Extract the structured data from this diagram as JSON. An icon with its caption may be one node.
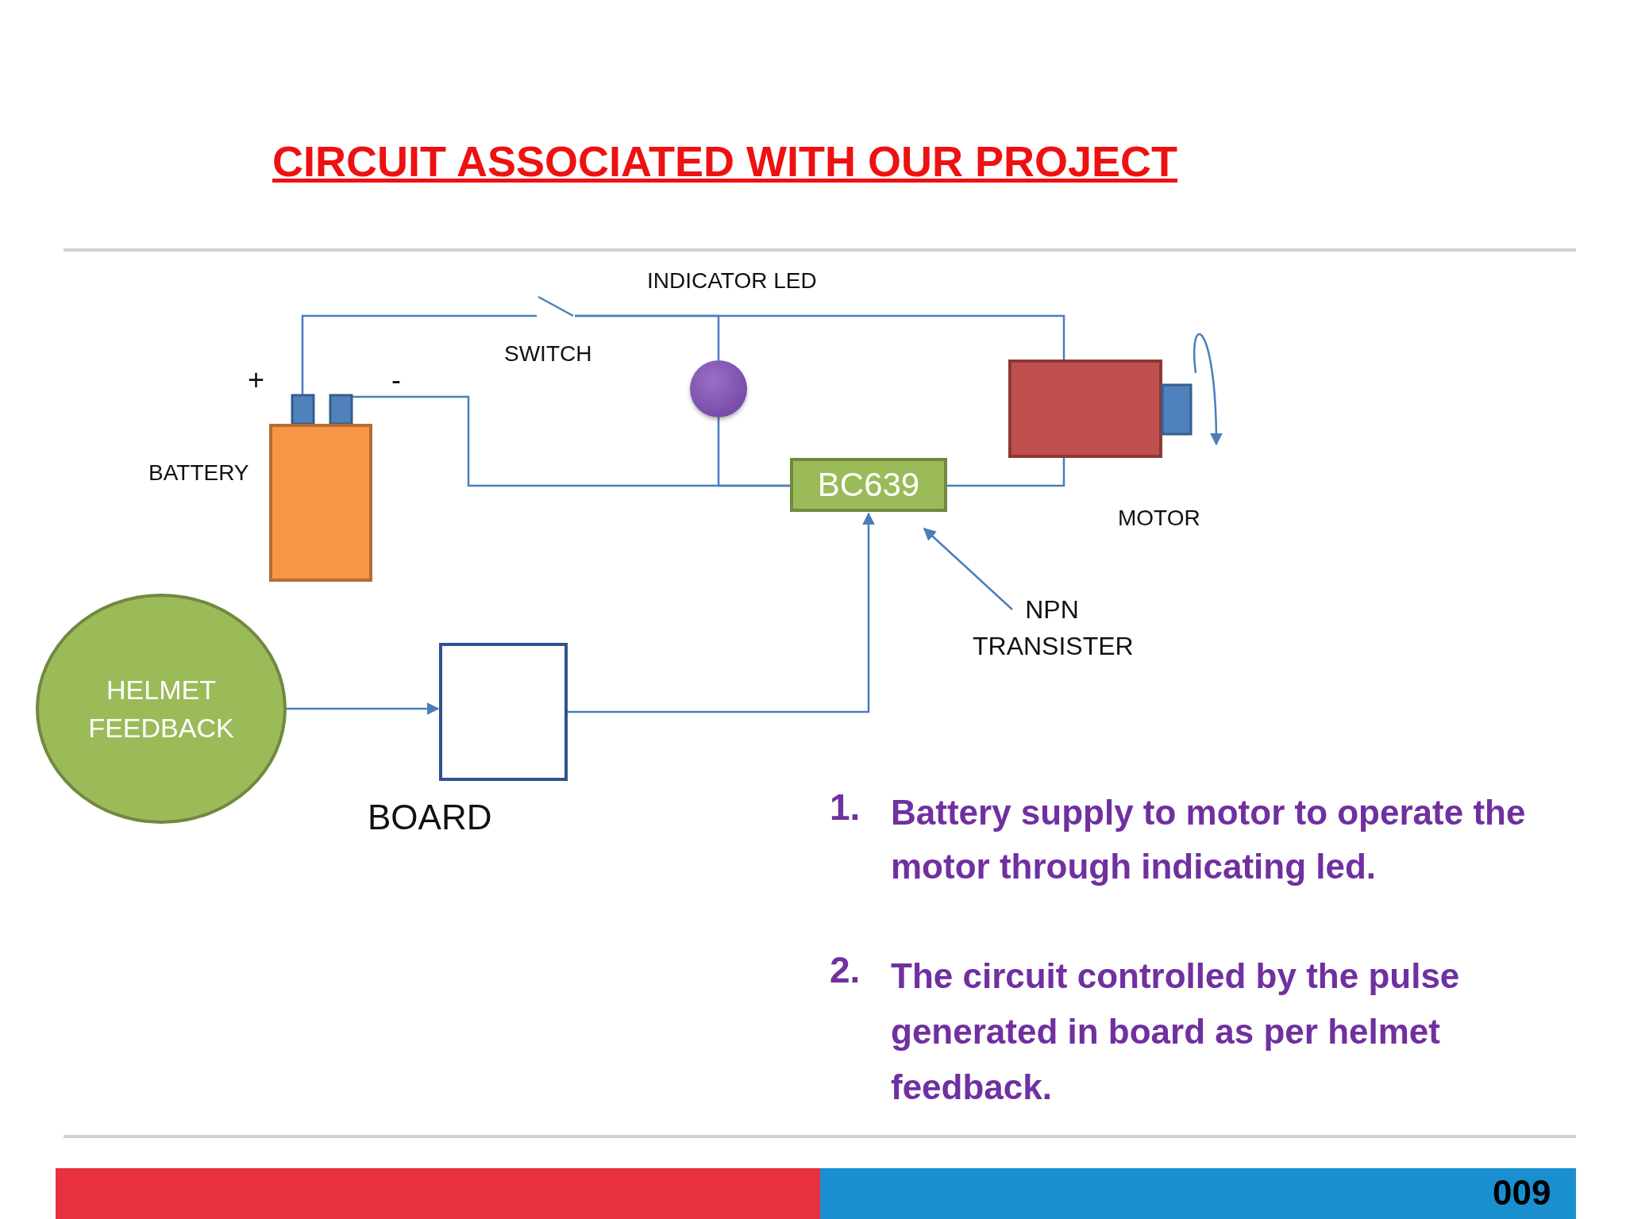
{
  "diagram": {
    "title": "CIRCUIT ASSOCIATED WITH OUR PROJECT",
    "nodes": [
      {
        "text": [],
        "shape": "box",
        "beside": [
          "BATTERY"
        ]
      },
      {
        "text": [],
        "shape": "switch",
        "beside": [
          "SWITCH"
        ]
      },
      {
        "text": [],
        "shape": "circle",
        "beside": [
          "INDICATOR LED"
        ]
      },
      {
        "text": [],
        "shape": "box",
        "beside": [
          "MOTOR"
        ]
      },
      {
        "text": [
          "BC639"
        ]
      },
      {
        "text": [
          "NPN TRANSISTER"
        ]
      },
      {
        "text": [
          "HELMET FEEDBACK"
        ]
      },
      {
        "text": [],
        "shape": "box",
        "beside": [
          "BOARD"
        ]
      }
    ],
    "edges": [
      {
        "from": 0,
        "to": 1,
        "arrow": "none"
      },
      {
        "from": 1,
        "to": 2,
        "arrow": "none"
      },
      {
        "from": 1,
        "to": 3,
        "arrow": "none"
      },
      {
        "from": 0,
        "to": 4,
        "arrow": "none"
      },
      {
        "from": 2,
        "to": 4,
        "arrow": "none"
      },
      {
        "from": 4,
        "to": 3,
        "arrow": "none"
      },
      {
        "from": 6,
        "to": 7,
        "arrow": "to"
      },
      {
        "from": 7,
        "to": 4,
        "arrow": "to"
      },
      {
        "from": 5,
        "to": 4,
        "arrow": "to"
      }
    ],
    "labels": [
      "+",
      "-",
      "1.",
      "Battery supply to motor to operate the motor through indicating led.",
      "2.",
      "The circuit controlled by the pulse generated in board as per helmet feedback.",
      "009"
    ]
  }
}
